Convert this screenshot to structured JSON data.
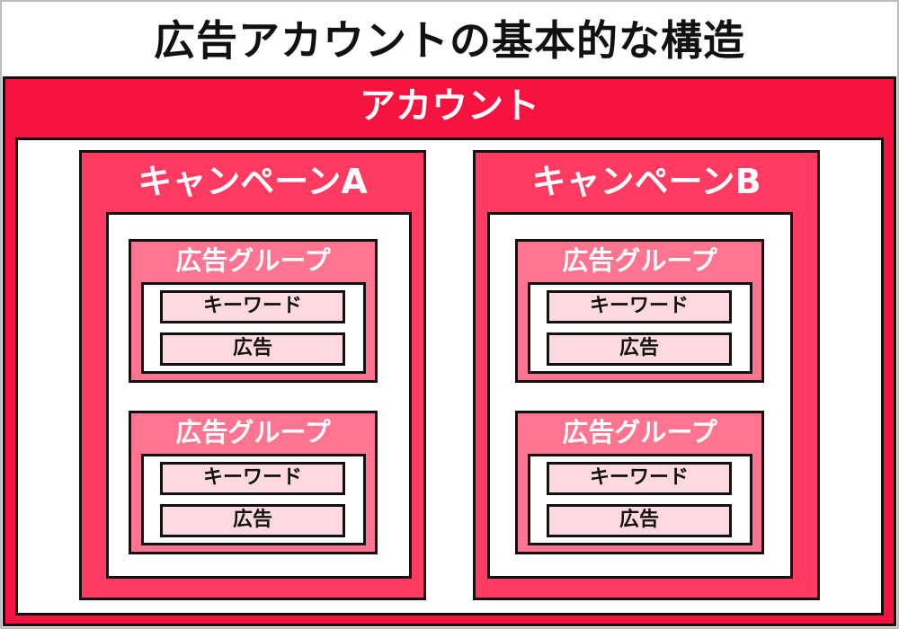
{
  "title": "広告アカウントの基本的な構造",
  "account": {
    "label": "アカウント",
    "campaigns": [
      {
        "label": "キャンペーンA",
        "ad_groups": [
          {
            "label": "広告グループ",
            "items": [
              "キーワード",
              "広告"
            ]
          },
          {
            "label": "広告グループ",
            "items": [
              "キーワード",
              "広告"
            ]
          }
        ]
      },
      {
        "label": "キャンペーンB",
        "ad_groups": [
          {
            "label": "広告グループ",
            "items": [
              "キーワード",
              "広告"
            ]
          },
          {
            "label": "広告グループ",
            "items": [
              "キーワード",
              "広告"
            ]
          }
        ]
      }
    ]
  },
  "colors": {
    "account": "#f7133f",
    "campaign": "#ff3b62",
    "ad_group": "#ff7490",
    "item": "#ffd9e1",
    "border": "#111111"
  }
}
